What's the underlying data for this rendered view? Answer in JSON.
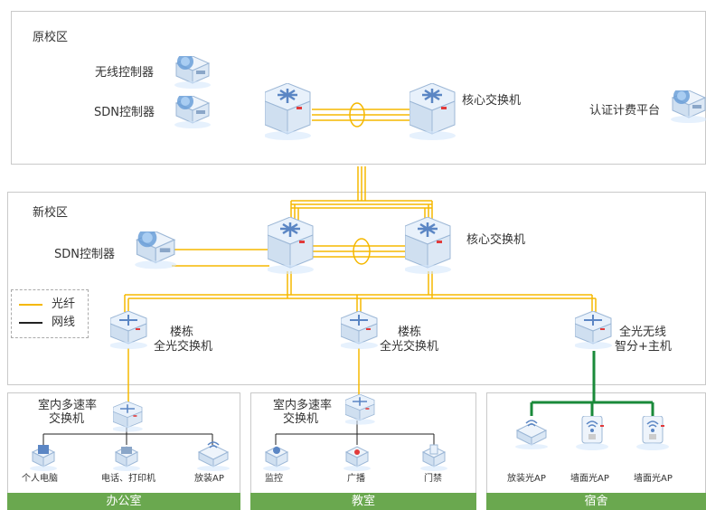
{
  "zones": {
    "old_campus": "原校区",
    "new_campus": "新校区"
  },
  "old_campus": {
    "wireless_controller": "无线控制器",
    "sdn_controller": "SDN控制器",
    "core_switch": "核心交换机",
    "auth_platform": "认证计费平台"
  },
  "new_campus": {
    "sdn_controller": "SDN控制器",
    "core_switch": "核心交换机",
    "building_switch_1_line1": "楼栋",
    "building_switch_1_line2": "全光交换机",
    "building_switch_2_line1": "楼栋",
    "building_switch_2_line2": "全光交换机",
    "wireless_host_line1": "全光无线",
    "wireless_host_line2": "智分+主机"
  },
  "legend": {
    "fiber": "光纤",
    "cable": "网线"
  },
  "office": {
    "switch_line1": "室内多速率",
    "switch_line2": "交换机",
    "pc": "个人电脑",
    "phone_printer": "电话、打印机",
    "ap": "放装AP",
    "bar": "办公室"
  },
  "classroom": {
    "switch_line1": "室内多速率",
    "switch_line2": "交换机",
    "monitor": "监控",
    "broadcast": "广播",
    "access": "门禁",
    "bar": "教室"
  },
  "dorm": {
    "ap1": "放装光AP",
    "ap2": "墙面光AP",
    "ap3": "墙面光AP",
    "bar": "宿舍"
  },
  "colors": {
    "fiber": "#f5b800",
    "cable": "#222222",
    "green_cable": "#1a8a3a",
    "zone_bar": "#6aa84f"
  }
}
